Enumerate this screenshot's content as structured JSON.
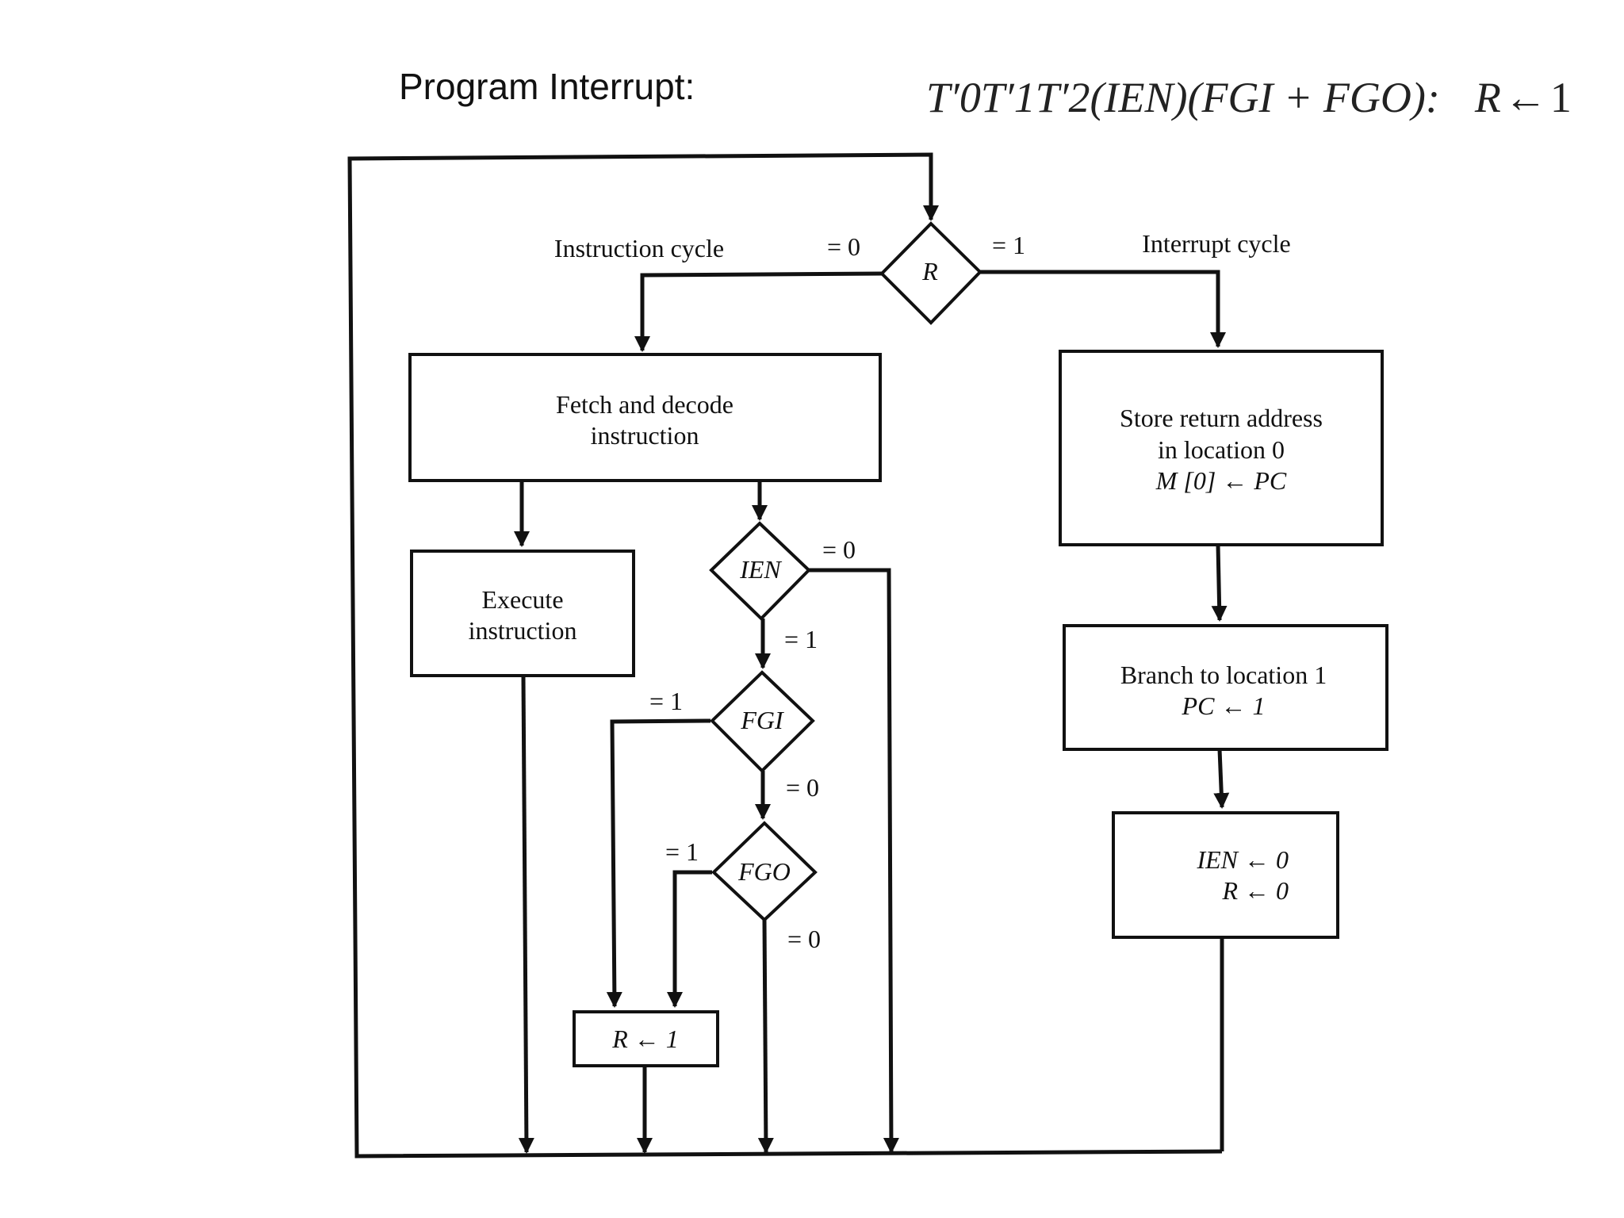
{
  "header": {
    "title": "Program Interrupt:",
    "formula": {
      "expression": "T′0T′1T′2(IEN)(FGI + FGO):",
      "target": "R",
      "arrow": "←",
      "value": "1"
    }
  },
  "diagram": {
    "labels": {
      "instruction_cycle": "Instruction cycle",
      "interrupt_cycle": "Interrupt cycle"
    },
    "decisions": {
      "r": "R",
      "ien": "IEN",
      "fgi": "FGI",
      "fgo": "FGO"
    },
    "branches": {
      "r_zero": "= 0",
      "r_one": "= 1",
      "ien_zero": "= 0",
      "ien_one": "= 1",
      "fgi_one": "= 1",
      "fgi_zero": "= 0",
      "fgo_one": "= 1",
      "fgo_zero": "= 0"
    },
    "boxes": {
      "fetch_decode": [
        "Fetch and decode",
        "instruction"
      ],
      "execute": [
        "Execute",
        "instruction"
      ],
      "set_r": "R ← 1",
      "store_return": [
        "Store  return address",
        "in location 0",
        "M [0] ← PC"
      ],
      "branch": [
        "Branch to location 1",
        "PC ← 1"
      ],
      "reset": [
        "IEN ← 0",
        "R ← 0"
      ]
    }
  }
}
